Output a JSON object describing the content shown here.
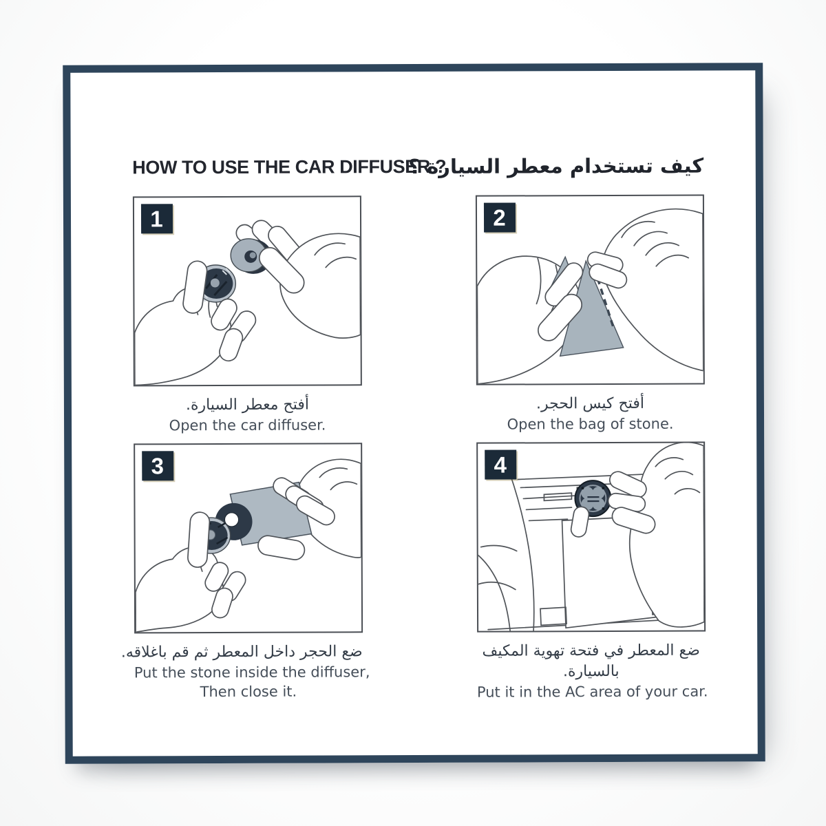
{
  "header": {
    "title_en": "HOW TO USE THE CAR DIFFUSER ?",
    "title_ar": "كيف تستخدام معطر السيارة ؟"
  },
  "steps": [
    {
      "number": "1",
      "illustration": "two-hands-opening-car-diffuser-discs",
      "caption_ar_lines": [
        "أفتح معطر السيارة."
      ],
      "caption_en_lines": [
        "Open the car diffuser."
      ]
    },
    {
      "number": "2",
      "illustration": "two-hands-tearing-open-stone-bag",
      "caption_ar_lines": [
        "أفتح كيس الحجر."
      ],
      "caption_en_lines": [
        "Open the bag of stone."
      ]
    },
    {
      "number": "3",
      "illustration": "pouring-stone-from-bag-into-diffuser",
      "caption_ar_lines": [
        "ضع الحجر داخل المعطر ثم قم باغلاقه."
      ],
      "caption_en_lines": [
        "Put the stone inside the diffuser,",
        "Then close it."
      ]
    },
    {
      "number": "4",
      "illustration": "placing-diffuser-into-car-ac-vent",
      "caption_ar_lines": [
        "ضع المعطر في فتحة تهوية المكيف",
        "بالسيارة."
      ],
      "caption_en_lines": [
        "Put it in the AC area of your car."
      ]
    }
  ],
  "colors": {
    "frame_navy": "#2e455b",
    "badge_navy": "#1b2a38",
    "panel_border": "#4a4e54",
    "product_dark": "#2d3947",
    "product_gray": "#a6b1bb",
    "bag_gray": "#a8b4bd",
    "line_art": "#4f5358"
  }
}
